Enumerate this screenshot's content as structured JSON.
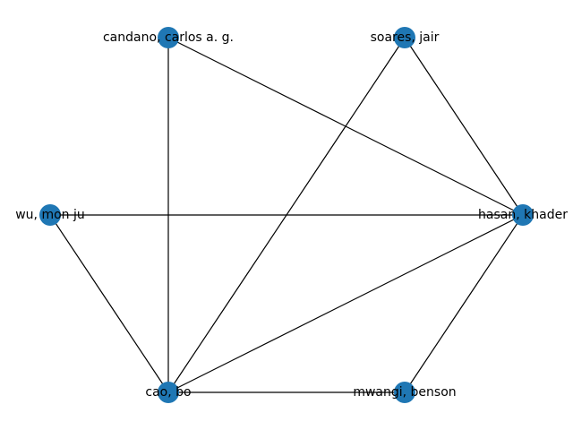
{
  "graph": {
    "node_color": "#1f77b4",
    "edge_color": "#000000",
    "nodes": [
      {
        "id": "candano",
        "label": "candano, carlos a. g."
      },
      {
        "id": "soares",
        "label": "soares, jair"
      },
      {
        "id": "wu",
        "label": "wu, mon ju"
      },
      {
        "id": "hasan",
        "label": "hasan, khader"
      },
      {
        "id": "cao",
        "label": "cao, bo"
      },
      {
        "id": "mwangi",
        "label": "mwangi, benson"
      }
    ],
    "edges": [
      [
        "candano",
        "hasan"
      ],
      [
        "candano",
        "cao"
      ],
      [
        "soares",
        "hasan"
      ],
      [
        "soares",
        "cao"
      ],
      [
        "wu",
        "hasan"
      ],
      [
        "wu",
        "cao"
      ],
      [
        "hasan",
        "cao"
      ],
      [
        "hasan",
        "mwangi"
      ],
      [
        "cao",
        "mwangi"
      ]
    ]
  }
}
